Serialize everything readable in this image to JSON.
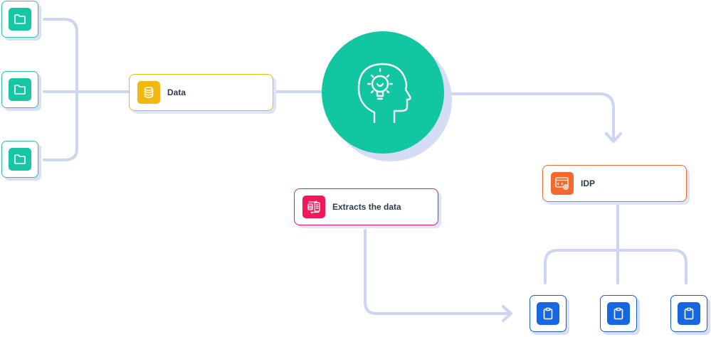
{
  "sources": [
    {
      "icon": "folder-icon"
    },
    {
      "icon": "folder-icon"
    },
    {
      "icon": "folder-icon"
    }
  ],
  "data_card": {
    "label": "Data",
    "icon": "database-icon",
    "accent": "#f4b70f"
  },
  "brain_node": {
    "icon": "brain-lightbulb-icon",
    "color": "#12c6a2"
  },
  "idp_card": {
    "label": "IDP",
    "icon": "code-settings-icon",
    "accent": "#f26a2e"
  },
  "extract_card": {
    "label": "Extracts the data",
    "icon": "document-extract-icon",
    "accent": "#f2175b"
  },
  "outputs": [
    {
      "icon": "clipboard-icon"
    },
    {
      "icon": "clipboard-icon"
    },
    {
      "icon": "clipboard-icon"
    }
  ],
  "colors": {
    "connector": "#ccd6f4",
    "source_border": "#2fc3a4",
    "output_border": "#1a5fd1"
  }
}
